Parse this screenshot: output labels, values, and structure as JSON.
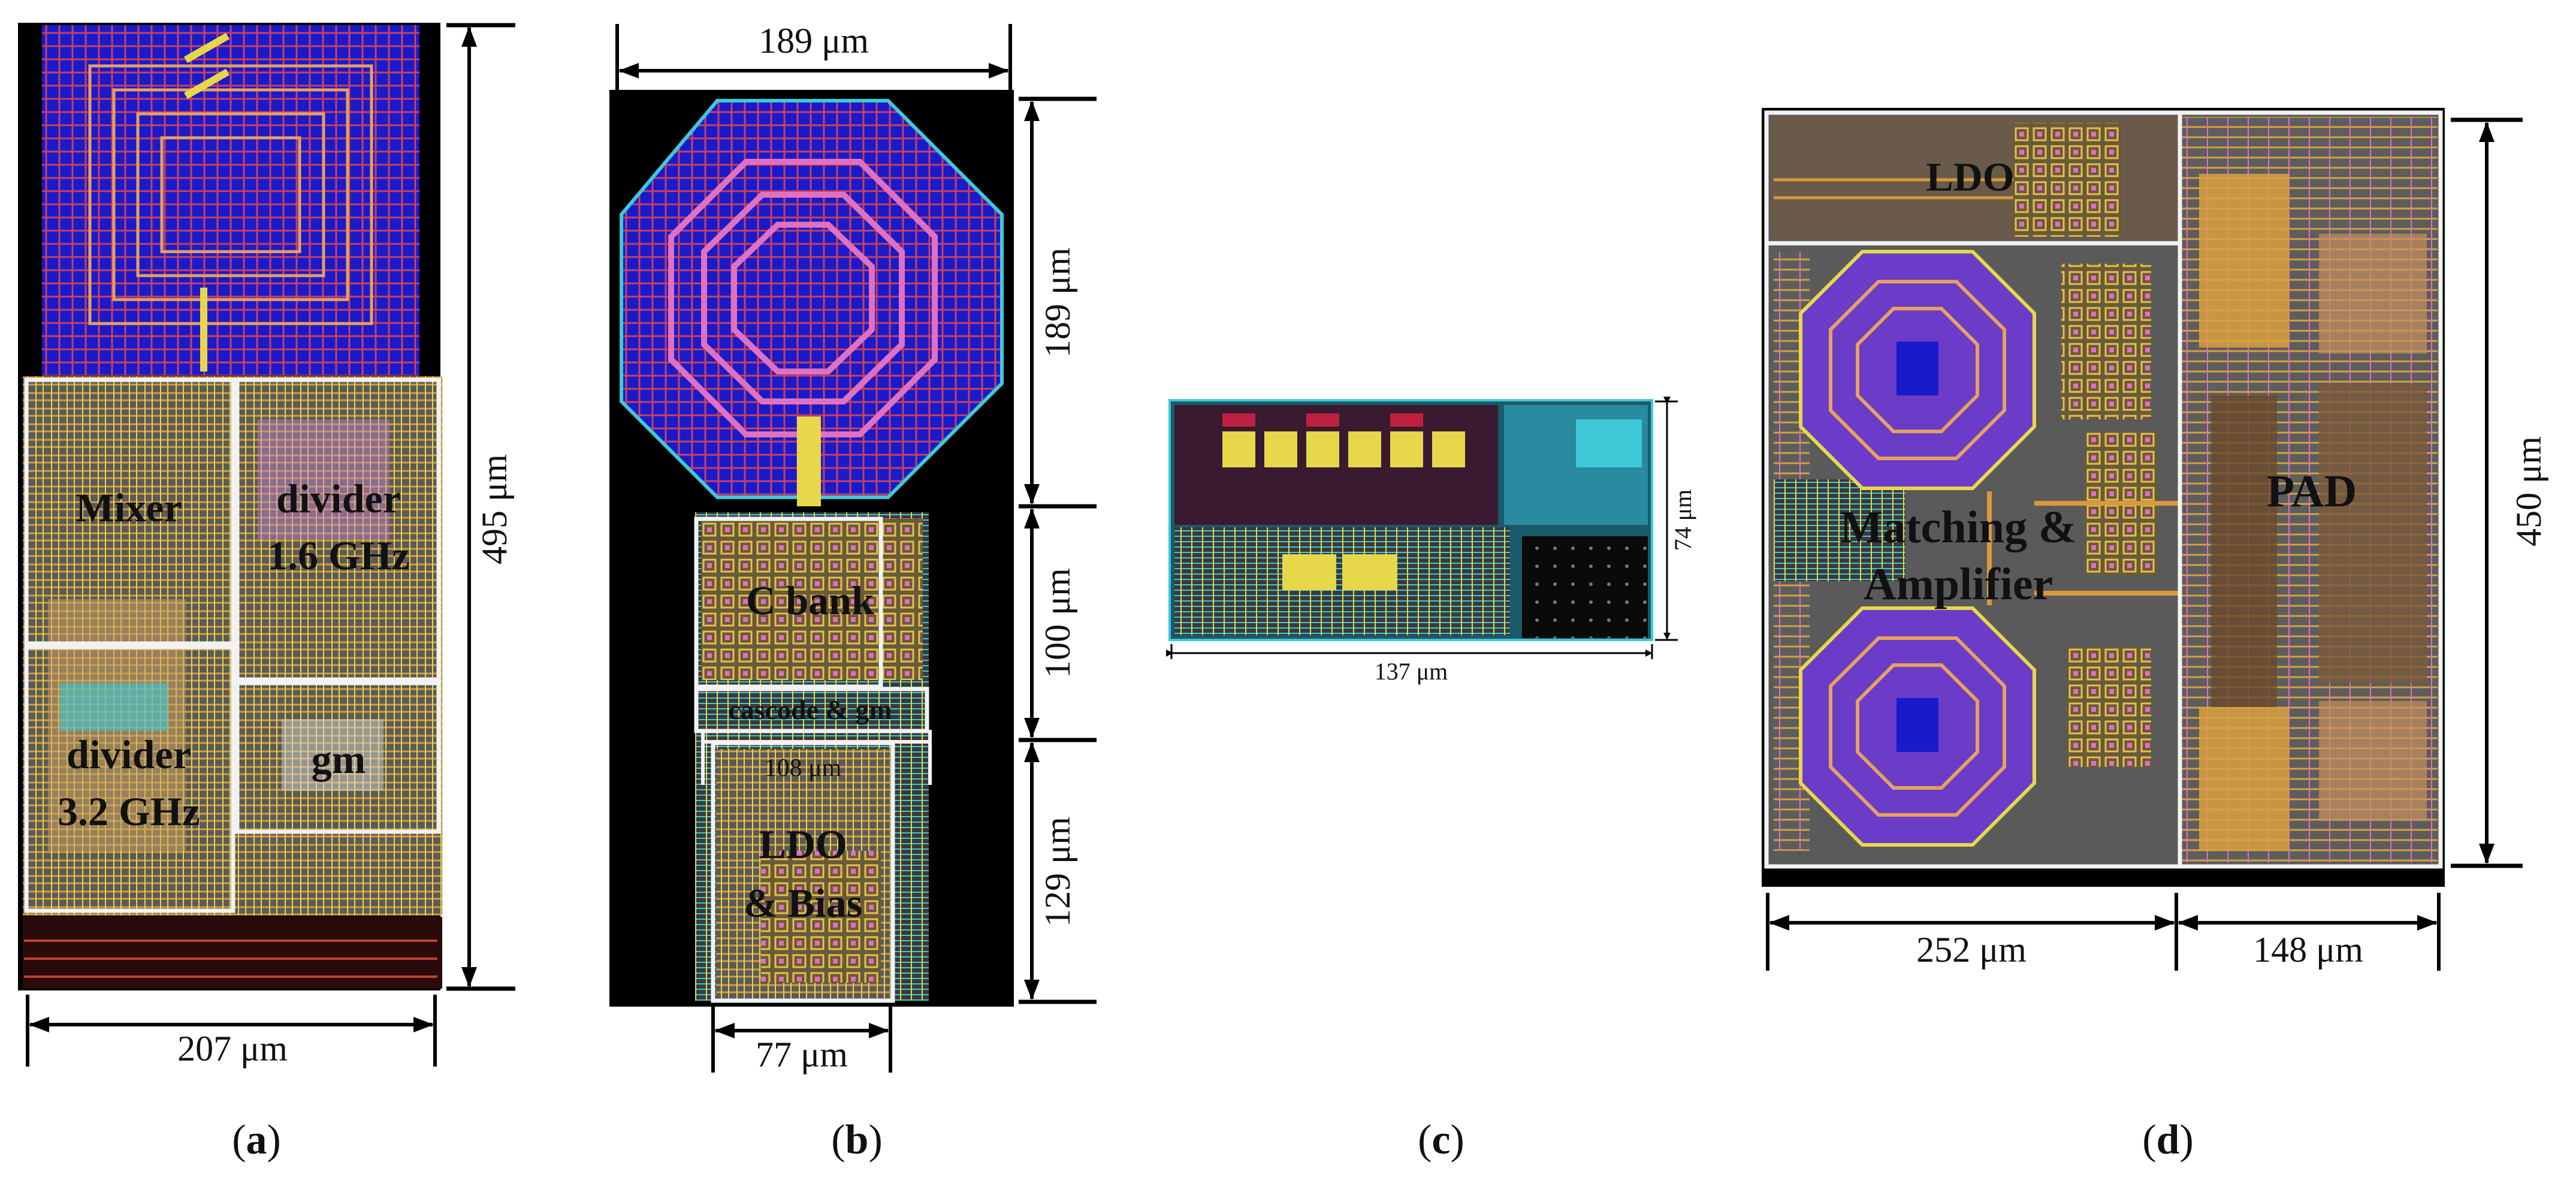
{
  "panels": {
    "a": {
      "blocks": {
        "mixer": "Mixer",
        "divider_16": [
          "divider",
          "1.6 GHz"
        ],
        "divider_32": [
          "divider",
          "3.2 GHz"
        ],
        "gm": "gm"
      },
      "dims": {
        "width": "207 μm",
        "height": "495 μm"
      },
      "caption": {
        "prefix": "(",
        "letter": "a",
        "suffix": ")"
      }
    },
    "b": {
      "blocks": {
        "c_bank": "C bank",
        "cascode_gm": "cascode & gm",
        "inner_width": "108 μm",
        "ldo_bias": [
          "LDO",
          "& Bias"
        ]
      },
      "dims": {
        "top": "189 μm",
        "bottom": "77 μm",
        "h1": "189 μm",
        "h2": "100 μm",
        "h3": "129 μm"
      },
      "caption": {
        "prefix": "(",
        "letter": "b",
        "suffix": ")"
      }
    },
    "c": {
      "dims": {
        "width": "137 μm",
        "height": "74 μm"
      },
      "caption": {
        "prefix": "(",
        "letter": "c",
        "suffix": ")"
      }
    },
    "d": {
      "blocks": {
        "ldo": "LDO",
        "matching": [
          "Matching &",
          "Amplifier"
        ],
        "pad": "PAD"
      },
      "dims": {
        "left_width": "252 μm",
        "right_width": "148 μm",
        "height": "450 μm"
      },
      "caption": {
        "prefix": "(",
        "letter": "d",
        "suffix": ")"
      }
    }
  },
  "colors": {
    "background": "#ffffff",
    "layout_black": "#000000",
    "die_gray": "#585858",
    "inductor_blue": "#1010c8",
    "inductor_purple": "#6a3cc8",
    "metal_orange": "#d89a3a",
    "metal_yellow": "#e6d84a",
    "metal_cyan": "#3ec8d8",
    "metal_pink": "#e070c0",
    "block_outline": "#f2f2f2"
  }
}
